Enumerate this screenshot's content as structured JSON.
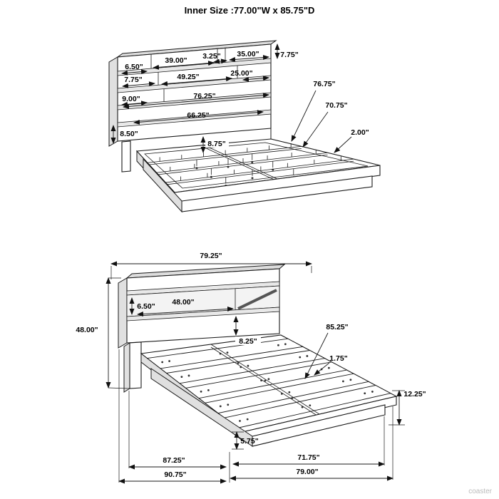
{
  "title": "Inner Size :77.00\"W x 85.75\"D",
  "watermark": "coaster",
  "top_view": {
    "dims": {
      "shelf_left_width": "6.50\"",
      "shelf_open_width": "39.00\"",
      "divider_width": "3.25\"",
      "shelf_right_width": "35.00\"",
      "top_section_height": "7.75\"",
      "row2_left_width": "7.75\"",
      "row2_open_width": "49.25\"",
      "row2_right_width": "25.00\"",
      "row3_left_width": "9.00\"",
      "headboard_inner_width": "76.25\"",
      "frame_inner_width": "66.25\"",
      "base_height": "8.50\"",
      "rail_height": "8.75\"",
      "slat_span_depth": "76.75\"",
      "center_rail_length": "70.75\"",
      "side_rail_thickness": "2.00\""
    }
  },
  "bottom_view": {
    "dims": {
      "overall_width": "79.25\"",
      "headboard_height": "48.00\"",
      "shelf_height": "6.50\"",
      "shelf_width": "48.00\"",
      "headboard_base_height": "8.25\"",
      "inner_depth": "85.25\"",
      "slat_thickness": "1.75\"",
      "platform_height": "12.25\"",
      "base_rail_height": "5.75\"",
      "frame_depth": "87.25\"",
      "frame_width": "71.75\"",
      "overall_depth": "90.75\"",
      "overall_width_total": "79.00\""
    }
  }
}
